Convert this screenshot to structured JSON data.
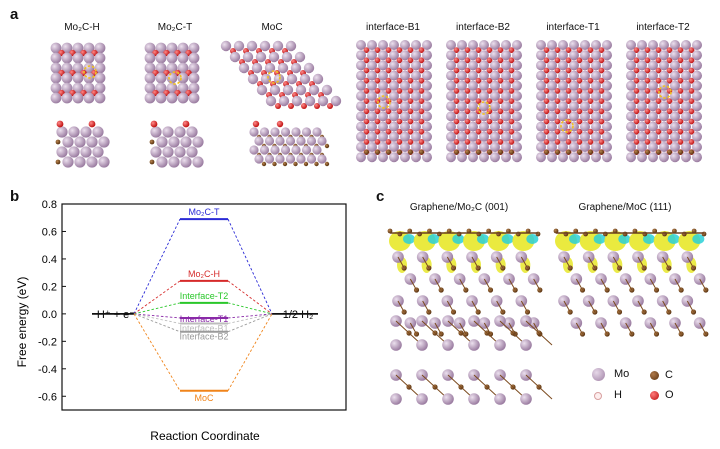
{
  "panel_a": {
    "letter": "a",
    "structures": [
      {
        "label": "Mo₂C-H"
      },
      {
        "label": "Mo₂C-T"
      },
      {
        "label": "MoC"
      },
      {
        "label": "interface-B1"
      },
      {
        "label": "interface-B2"
      },
      {
        "label": "interface-T1"
      },
      {
        "label": "interface-T2"
      }
    ]
  },
  "panel_b": {
    "letter": "b",
    "left_state": "H⁺ + e⁻",
    "right_state": "1/2 H₂"
  },
  "panel_c": {
    "letter": "c",
    "title_left": "Graphene/Mo₂C (001)",
    "title_right": "Graphene/MoC (111)",
    "legend": [
      {
        "label": "Mo",
        "color": "#b79abb"
      },
      {
        "label": "C",
        "color": "#7b4a1e"
      },
      {
        "label": "H",
        "color": "#f5d6d6"
      },
      {
        "label": "O",
        "color": "#d61a1a"
      }
    ]
  },
  "chart_data": {
    "type": "line",
    "title": "",
    "xlabel": "Reaction Coordinate",
    "ylabel": "Free energy (eV)",
    "ylim": [
      -0.7,
      0.8
    ],
    "yticks": [
      "0.8",
      "0.6",
      "0.4",
      "0.2",
      "0.0",
      "-0.2",
      "-0.4",
      "-0.6"
    ],
    "series": [
      {
        "name": "Mo₂C-T",
        "value": 0.69,
        "color": "#2a2ad6"
      },
      {
        "name": "Mo₂C-H",
        "value": 0.24,
        "color": "#d62a2a"
      },
      {
        "name": "Interface-T2",
        "value": 0.08,
        "color": "#2ac72a"
      },
      {
        "name": "Interface-T1",
        "value": -0.03,
        "color": "#8a2aa8"
      },
      {
        "name": "Interface-B1",
        "value": -0.07,
        "color": "#bdbdbd"
      },
      {
        "name": "Interface-B2",
        "value": -0.13,
        "color": "#9a9a9a"
      },
      {
        "name": "MoC",
        "value": -0.56,
        "color": "#f0841a"
      }
    ],
    "baseline": 0.0
  }
}
